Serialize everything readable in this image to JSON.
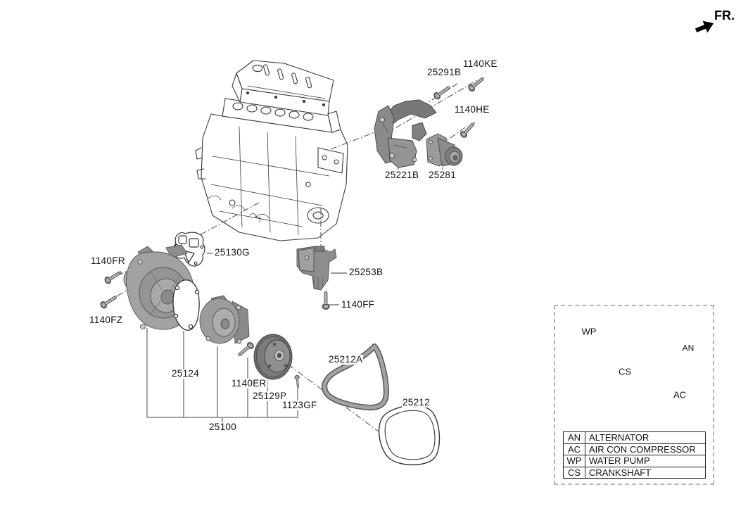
{
  "direction": {
    "label": "FR.",
    "icon": "front-direction-arrow"
  },
  "callouts": [
    {
      "id": "25291B",
      "text": "25291B"
    },
    {
      "id": "1140KE",
      "text": "1140KE"
    },
    {
      "id": "1140HE",
      "text": "1140HE"
    },
    {
      "id": "25221B",
      "text": "25221B"
    },
    {
      "id": "25281",
      "text": "25281"
    },
    {
      "id": "25130G",
      "text": "25130G"
    },
    {
      "id": "1140FR",
      "text": "1140FR"
    },
    {
      "id": "1140FZ",
      "text": "1140FZ"
    },
    {
      "id": "25253B",
      "text": "25253B"
    },
    {
      "id": "1140FF",
      "text": "1140FF"
    },
    {
      "id": "25124",
      "text": "25124"
    },
    {
      "id": "1140ER",
      "text": "1140ER"
    },
    {
      "id": "25129P",
      "text": "25129P"
    },
    {
      "id": "1123GF",
      "text": "1123GF"
    },
    {
      "id": "25100",
      "text": "25100"
    },
    {
      "id": "25212A",
      "text": "25212A"
    },
    {
      "id": "25212",
      "text": "25212"
    }
  ],
  "belt_diagram": {
    "pulleys": [
      {
        "code": "WP"
      },
      {
        "code": "CS"
      },
      {
        "code": "AN"
      },
      {
        "code": "AC"
      }
    ]
  },
  "legend_table": {
    "rows": [
      {
        "code": "AN",
        "name": "ALTERNATOR"
      },
      {
        "code": "AC",
        "name": "AIR CON COMPRESSOR"
      },
      {
        "code": "WP",
        "name": "WATER PUMP"
      },
      {
        "code": "CS",
        "name": "CRANKSHAFT"
      }
    ]
  },
  "colors": {
    "line": "#333333",
    "part_gray": "#9a9a9a",
    "belt_gray": "#8c8c8c",
    "dash_gray": "#555555",
    "background": "#ffffff"
  }
}
